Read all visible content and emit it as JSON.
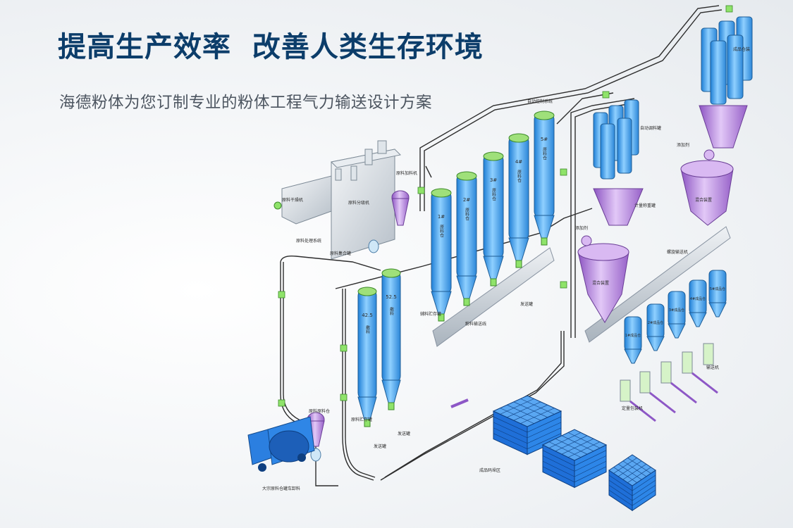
{
  "banner": {
    "headline": "提高生产效率  改善人类生存环境",
    "subheadline": "海德粉体为您订制专业的粉体工程气力输送设计方案"
  },
  "colors": {
    "title": "#0c3d6a",
    "subtitle": "#4c5560",
    "silo_blue": "#3a9be6",
    "mixer_purple": "#b07fd6",
    "valve_green": "#8fe36a",
    "pipe": "#2d2d2d"
  },
  "diagram": {
    "labels": {
      "dryer": "原料干燥机",
      "sorting_machine": "原料分级机",
      "raw_material_processing": "原料处理系统",
      "raw_storage_tank": "原料贮存罐",
      "material_shaker": "原料加料机",
      "material_collector": "原料集合罐",
      "raw_material_bin": "原料原料仓",
      "auto_system": "自动控制系统",
      "powder_transport": "粉料输送线",
      "mixer_a": "混合装置",
      "mixer_b": "混合装置",
      "screen_system": "螺旋输送机",
      "auto_tank": "自动调料罐",
      "weighing_tank": "计量称重罐",
      "add_agent_a": "添加剂",
      "add_agent_b": "添加剂",
      "small_bag": "成品仓装",
      "pallet_machine": "定量包装机",
      "conveyor": "输送机",
      "finished_area": "成品码垛区",
      "truck_unload": "大宗原料仓罐车卸料",
      "aux_tank": "辅料贮存罐",
      "send_tank_1": "发送罐",
      "send_tank_2": "发送罐",
      "send_tank_3": "发送罐"
    },
    "silo_labels": [
      "1#",
      "2#",
      "3#",
      "4#",
      "5#",
      "42.5",
      "52.5"
    ],
    "silo_names": [
      "原料仓",
      "原料仓",
      "原料仓",
      "原料仓",
      "原料仓",
      "散料",
      "散料"
    ],
    "small_silo_labels": [
      "1#成品仓",
      "2#成品仓",
      "3#成品仓",
      "4#成品仓",
      "5#成品仓"
    ]
  }
}
